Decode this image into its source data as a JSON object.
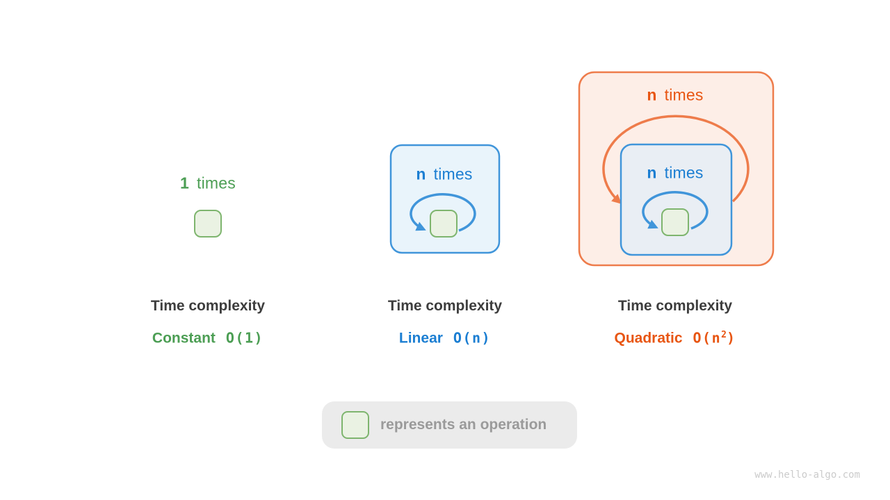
{
  "colors": {
    "green": "#4c9e54",
    "green_border": "#7eb56e",
    "green_fill": "#eaf2e3",
    "blue": "#1b7ed2",
    "blue_border": "#4095da",
    "blue_fill": "#e9f4fb",
    "blue_fill_inner": "#e9eef4",
    "orange": "#e85512",
    "orange_border": "#ee7c4b",
    "orange_fill": "#fdeee7",
    "dark": "#3d3d3d",
    "legend_bg": "#ebebeb",
    "legend_text": "#9a9a9a",
    "watermark": "#cbcbcb"
  },
  "sections": [
    {
      "loop_count": "1",
      "loop_word": "times",
      "title": "Time complexity",
      "complexity_name": "Constant",
      "big_o_prefix": "O(1)",
      "big_o_sup": "",
      "big_o_suffix": ""
    },
    {
      "loop_count": "n",
      "loop_word": "times",
      "title": "Time complexity",
      "complexity_name": "Linear",
      "big_o_prefix": "O(n)",
      "big_o_sup": "",
      "big_o_suffix": ""
    },
    {
      "outer_loop_count": "n",
      "outer_loop_word": "times",
      "loop_count": "n",
      "loop_word": "times",
      "title": "Time complexity",
      "complexity_name": "Quadratic",
      "big_o_prefix": "O(n",
      "big_o_sup": "2",
      "big_o_suffix": ")"
    }
  ],
  "legend": {
    "label": "represents an operation"
  },
  "watermark": "www.hello-algo.com"
}
